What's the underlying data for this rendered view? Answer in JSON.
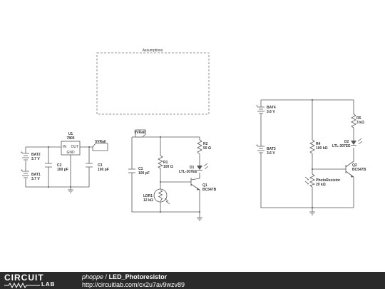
{
  "assumptions": {
    "title": "Assumptions"
  },
  "circuit1": {
    "u1": {
      "ref": "U1",
      "part": "7805",
      "pin_in": "IN",
      "pin_out": "OUT",
      "pin_gnd": "GND"
    },
    "rail": "5VRail",
    "bat2": {
      "ref": "BAT2",
      "value": "3.7 V"
    },
    "bat1": {
      "ref": "BAT1",
      "value": "3.7 V"
    },
    "c2": {
      "ref": "C2",
      "value": "100 pF"
    },
    "c3": {
      "ref": "C3",
      "value": "100 pF"
    }
  },
  "circuit2": {
    "rail": "5VRail",
    "c1": {
      "ref": "C1",
      "value": "100 pF"
    },
    "r1": {
      "ref": "R1",
      "value": "100 Ω"
    },
    "r2": {
      "ref": "R2",
      "value": "50 Ω"
    },
    "d1": {
      "ref": "D1",
      "value": "LTL-307EE"
    },
    "q1": {
      "ref": "Q1",
      "value": "BC547B"
    },
    "ldr1": {
      "ref": "LDR1",
      "value": "12 kΩ"
    }
  },
  "circuit3": {
    "bat4": {
      "ref": "BAT4",
      "value": "3.6 V"
    },
    "bat3": {
      "ref": "BAT3",
      "value": "3.6 V"
    },
    "r5": {
      "ref": "R5",
      "value": "3 kΩ"
    },
    "d2": {
      "ref": "D2",
      "value": "LTL-307EE"
    },
    "r4": {
      "ref": "R4",
      "value": "100 kΩ"
    },
    "q2": {
      "ref": "Q2",
      "value": "BC547B"
    },
    "photoresistor": {
      "ref": "PhotoResistor",
      "value": "20 kΩ"
    }
  },
  "footer": {
    "logo_top": "CIRCUIT",
    "logo_bottom": "LAB",
    "author": "phoppe",
    "separator": " / ",
    "project": "LED_Photoresistor",
    "url": "http://circuitlab.com/cx2u7av9wzv89"
  }
}
